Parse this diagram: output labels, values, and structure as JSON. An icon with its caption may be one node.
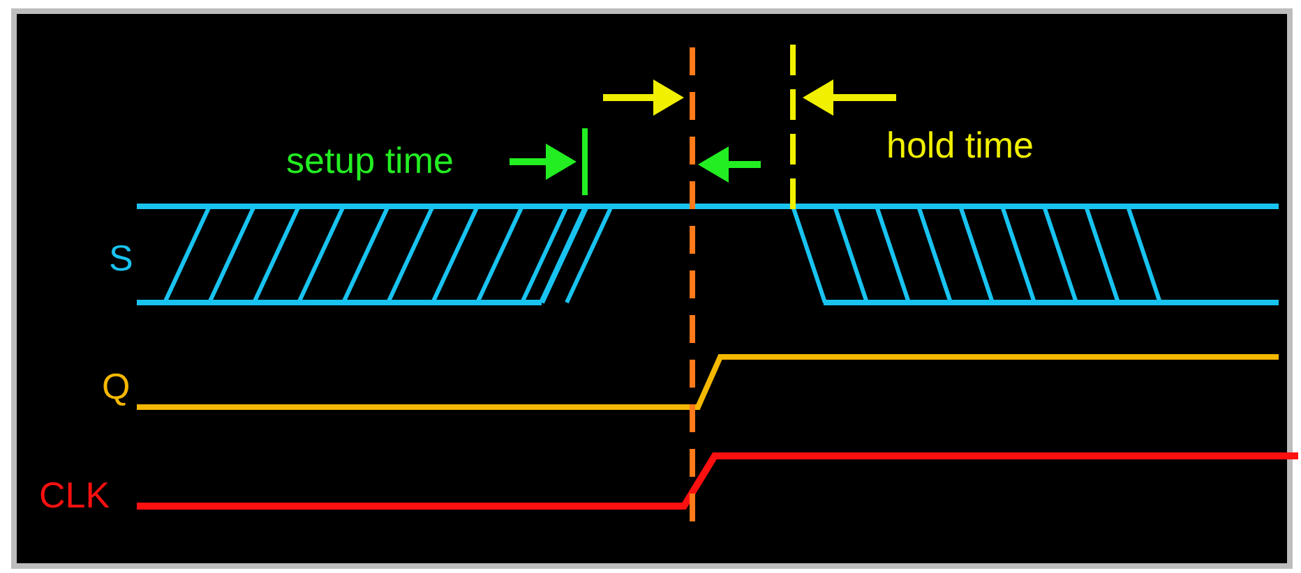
{
  "diagram": {
    "labels": [
      "setup time",
      "hold time",
      "S",
      "Q",
      "CLK"
    ]
  }
}
